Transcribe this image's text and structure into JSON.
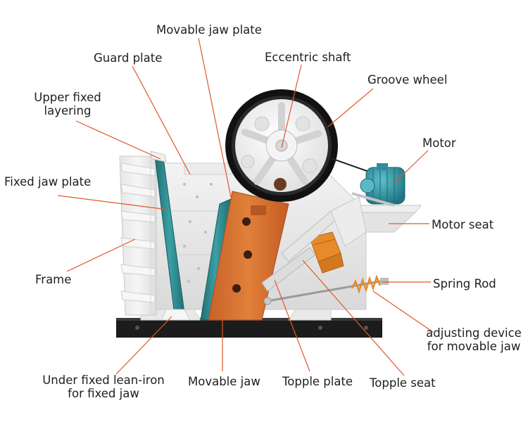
{
  "labels": {
    "movable_jaw_plate": "Movable jaw plate",
    "guard_plate": "Guard plate",
    "eccentric_shaft": "Eccentric shaft",
    "groove_wheel": "Groove wheel",
    "upper_fixed_layering": [
      "Upper fixed",
      "layering"
    ],
    "motor": "Motor",
    "fixed_jaw_plate": "Fixed jaw plate",
    "motor_seat": "Motor seat",
    "frame": "Frame",
    "spring_rod": "Spring Rod",
    "adjusting_device": [
      "adjusting device",
      "for movable jaw"
    ],
    "under_fixed_lean_iron": [
      "Under fixed lean-iron",
      "for fixed jaw"
    ],
    "movable_jaw": "Movable jaw",
    "topple_plate": "Topple plate",
    "topple_seat": "Topple seat"
  },
  "colors": {
    "leader_line": "#e2572a",
    "frame_white": "#f2f2f2",
    "jaw_orange": "#d8732c",
    "teal_plate": "#2f8a8e",
    "flywheel_tire": "#1a1a1a",
    "motor_teal": "#2e93a3",
    "base_black": "#1c1c1c",
    "spring_orange": "#e88a2a"
  }
}
